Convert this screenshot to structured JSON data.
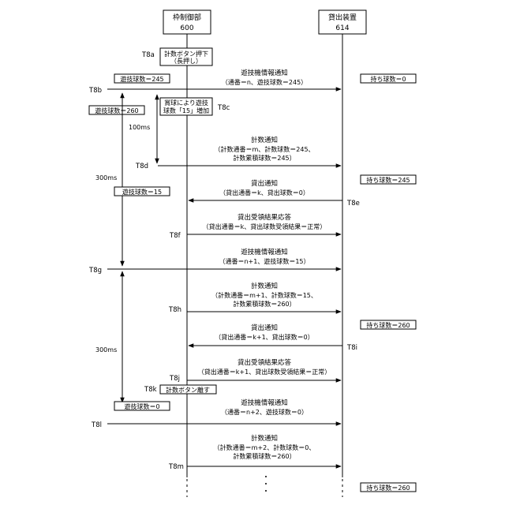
{
  "participants": {
    "left": {
      "name": "枠制御部",
      "code": "600"
    },
    "right": {
      "name": "貸出装置",
      "code": "614"
    }
  },
  "timing_labels": {
    "t8a": "T8a",
    "t8b": "T8b",
    "t8c": "T8c",
    "t8d": "T8d",
    "t8e": "T8e",
    "t8f": "T8f",
    "t8g": "T8g",
    "t8h": "T8h",
    "t8i": "T8i",
    "t8j": "T8j",
    "t8k": "T8k",
    "t8l": "T8l",
    "t8m": "T8m"
  },
  "notes": {
    "press_1": "計数ボタン押下",
    "press_2": "（長押し）",
    "increase_1": "賞球により遊技",
    "increase_2": "球数「15」増加",
    "release": "計数ボタン離す"
  },
  "boxes": {
    "play_245": "遊技球数＝245",
    "play_260": "遊技球数＝260",
    "play_15": "遊技球数＝15",
    "play_0": "遊技球数＝0",
    "hold_0": "持ち球数＝0",
    "hold_245": "持ち球数＝245",
    "hold_260a": "持ち球数＝260",
    "hold_260b": "持ち球数＝260"
  },
  "durations": {
    "d100": "100ms",
    "d300a": "300ms",
    "d300b": "300ms"
  },
  "messages": {
    "m1_title": "遊技機情報通知",
    "m1_body": "（通番＝n、遊技球数＝245）",
    "m2_title": "計数通知",
    "m2_body1": "（計数通番＝m、計数球数＝245、",
    "m2_body2": "計数累積球数＝245）",
    "m3_title": "貸出通知",
    "m3_body": "（貸出通番＝k、貸出球数＝0）",
    "m4_title": "貸出受領結果応答",
    "m4_body": "（貸出通番＝k、貸出球数受領結果＝正常）",
    "m5_title": "遊技機情報通知",
    "m5_body": "（通番＝n+1、遊技球数＝15）",
    "m6_title": "計数通知",
    "m6_body1": "（計数通番＝m+1、計数球数＝15、",
    "m6_body2": "計数累積球数＝260）",
    "m7_title": "貸出通知",
    "m7_body": "（貸出通番＝k+1、貸出球数＝0）",
    "m8_title": "貸出受領結果応答",
    "m8_body": "（貸出通番＝k+1、貸出球数受領結果＝正常）",
    "m9_title": "遊技機情報通知",
    "m9_body": "（通番＝n+2、遊技球数＝0）",
    "m10_title": "計数通知",
    "m10_body1": "（計数通番＝m+2、計数球数＝0、",
    "m10_body2": "計数累積球数＝260）"
  }
}
